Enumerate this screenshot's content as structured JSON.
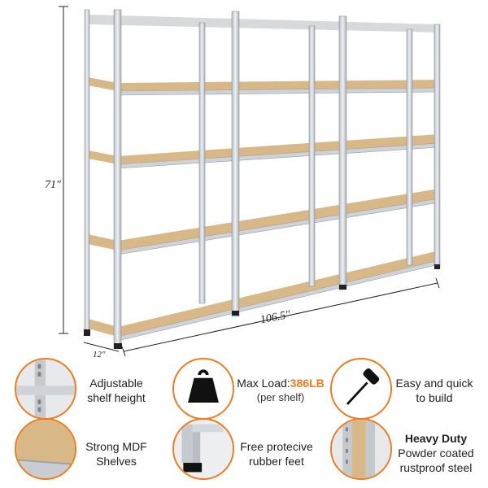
{
  "dimensions": {
    "height": "71″",
    "width": "106.5″",
    "depth": "12″"
  },
  "features": [
    {
      "icon": "adjustable-shelf-icon",
      "line1": "Adjustable",
      "line2": "shelf height"
    },
    {
      "icon": "weight-icon",
      "line1_prefix": "Max Load:",
      "line1_value": "386",
      "line1_unit": "LB",
      "line2": "(per shelf)"
    },
    {
      "icon": "hammer-icon",
      "line1": "Easy and quick",
      "line2": "to build"
    },
    {
      "icon": "mdf-board-icon",
      "line1": "Strong MDF",
      "line2": "Shelves"
    },
    {
      "icon": "rubber-feet-icon",
      "line1": "Free protecive",
      "line2": "rubber feet"
    },
    {
      "icon": "powder-coat-icon",
      "line1": "Heavy Duty",
      "line2": "Powder coated",
      "line3": "rustproof steel"
    }
  ],
  "colors": {
    "accent": "#f07a1e",
    "board": "#d9b888",
    "steel": "#d0d4d8"
  }
}
